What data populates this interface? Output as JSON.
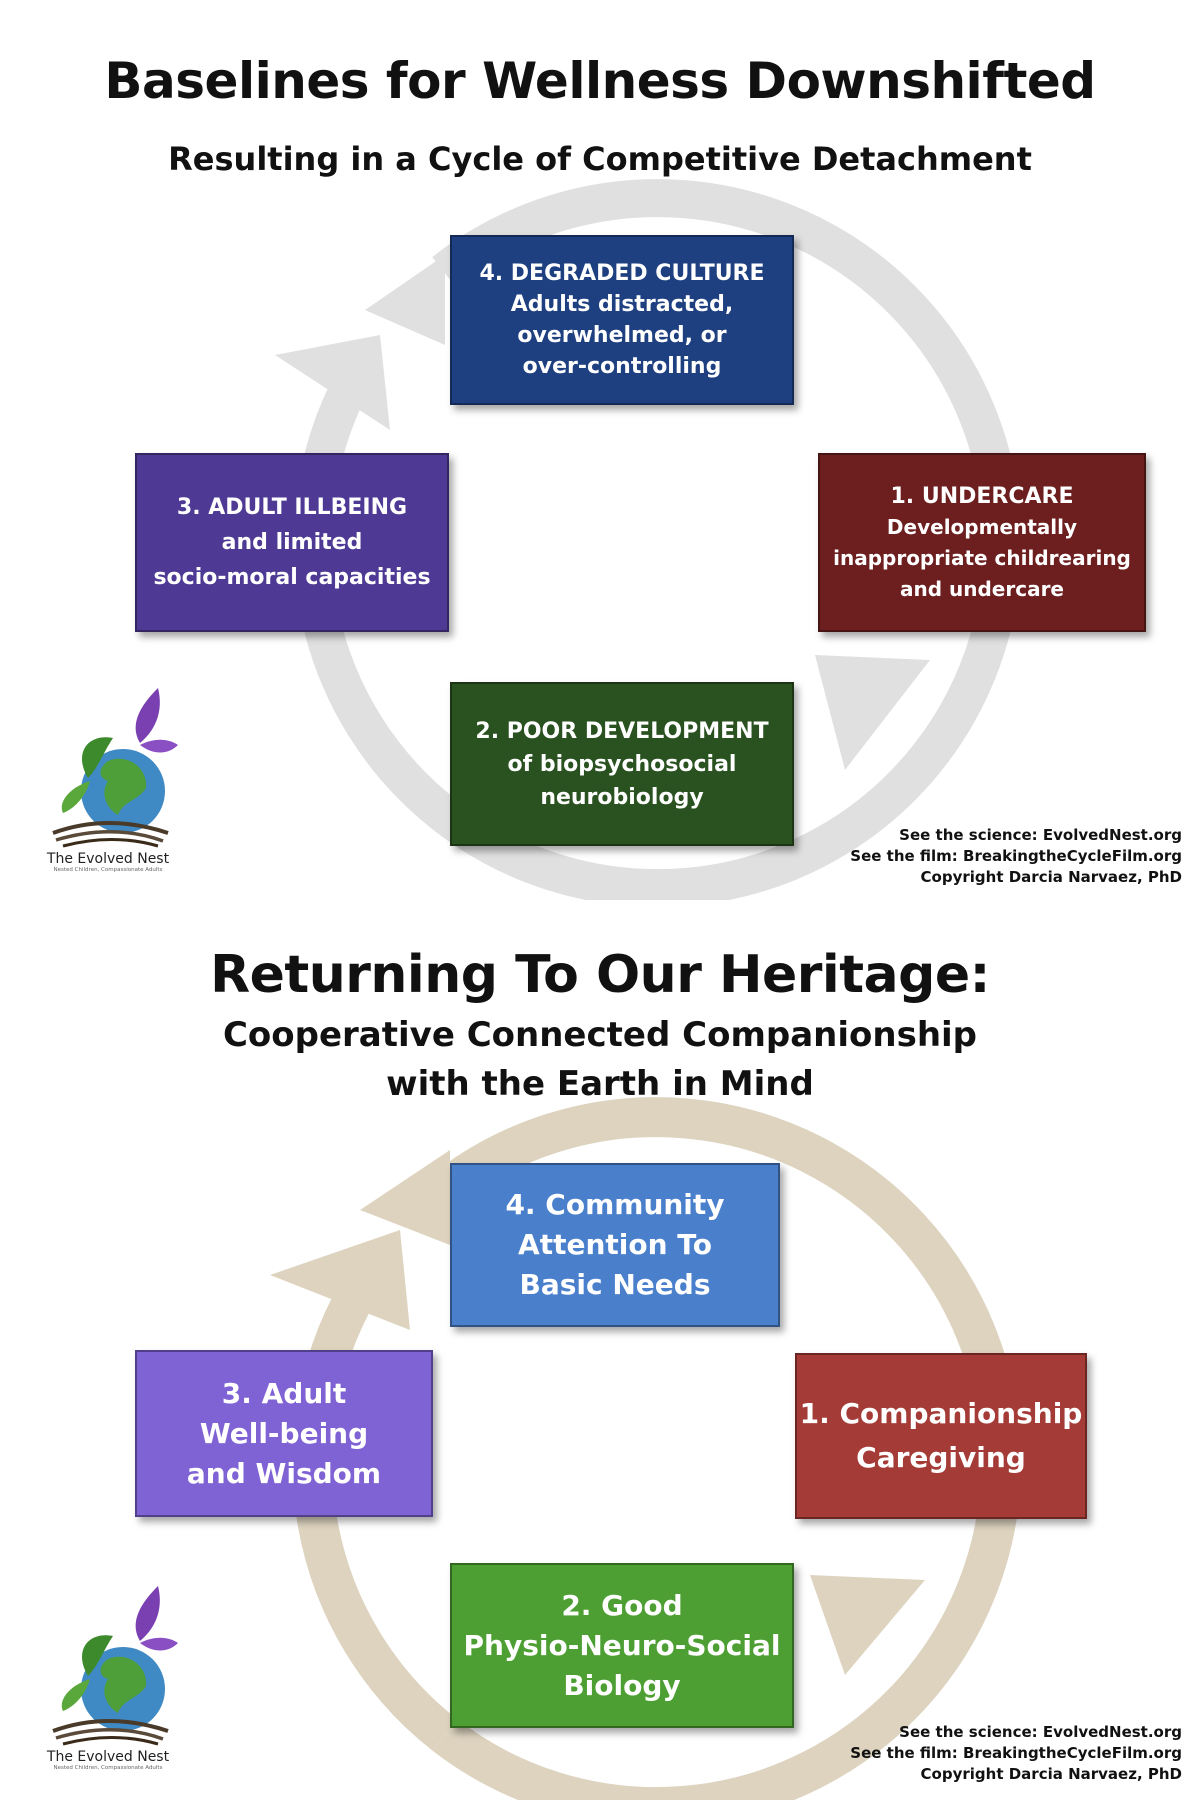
{
  "top": {
    "title": "Baselines for Wellness Downshifted",
    "subtitle": "Resulting in a Cycle of Competitive Detachment",
    "boxes": {
      "culture": {
        "color": "#1f4080",
        "lines": [
          "4.  DEGRADED CULTURE",
          "Adults distracted,",
          "overwhelmed, or",
          "over-controlling"
        ]
      },
      "undercare": {
        "color": "#6d1f1f",
        "lines": [
          "1. UNDERCARE",
          "Developmentally",
          "inappropriate childrearing",
          "and undercare"
        ]
      },
      "illbeing": {
        "color": "#4e3a94",
        "lines": [
          "3.  ADULT ILLBEING",
          "and limited",
          "socio-moral capacities"
        ]
      },
      "development": {
        "color": "#2a5120",
        "lines": [
          "2. POOR DEVELOPMENT",
          "of biopsychosocial",
          "neurobiology"
        ]
      }
    },
    "ring_color": "#e0e0e0"
  },
  "bottom": {
    "title": "Returning To Our Heritage:",
    "subtitle_lines": [
      "Cooperative Connected Companionship",
      "with the Earth in Mind"
    ],
    "boxes": {
      "community": {
        "color": "#4a7fcc",
        "lines": [
          "4.  Community",
          "Attention To",
          "Basic Needs"
        ]
      },
      "companionship": {
        "color": "#a53b37",
        "lines": [
          "1. Companionship",
          "Caregiving"
        ]
      },
      "wellbeing": {
        "color": "#7f62d4",
        "lines": [
          "3. Adult",
          "Well-being",
          "and Wisdom"
        ]
      },
      "biology": {
        "color": "#4e9f33",
        "lines": [
          "2. Good",
          "Physio-Neuro-Social",
          "Biology"
        ]
      }
    },
    "ring_color": "#ddd3bf"
  },
  "logo": {
    "name": "The Evolved Nest",
    "tagline": "Nested Children, Compassionate Adults"
  },
  "credits": [
    "See the science: EvolvedNest.org",
    "See the film: BreakingtheCycleFilm.org",
    "Copyright Darcia Narvaez, PhD"
  ]
}
